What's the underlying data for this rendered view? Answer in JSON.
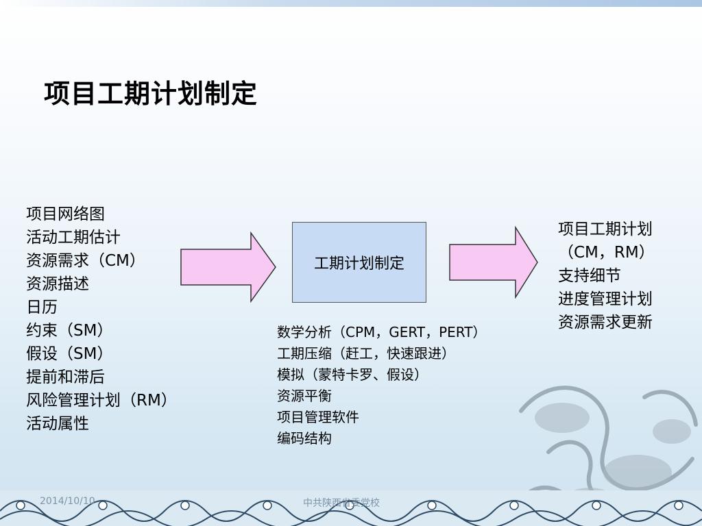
{
  "slide": {
    "title": "项目工期计划制定"
  },
  "inputs": [
    "项目网络图",
    "活动工期估计",
    "资源需求（CM）",
    "资源描述",
    "日历",
    "约束（SM）",
    "假设（SM）",
    "提前和滞后",
    "风险管理计划（RM）",
    "活动属性"
  ],
  "process": {
    "label": "工期计划制定"
  },
  "tools": [
    "数学分析（CPM，GERT，PERT）",
    "工期压缩（赶工，快速跟进）",
    "模拟（蒙特卡罗、假设）",
    "资源平衡",
    "项目管理软件",
    "编码结构"
  ],
  "outputs": [
    "项目工期计划",
    "（CM，RM）",
    "支持细节",
    "进度管理计划",
    "资源需求更新"
  ],
  "footer": {
    "date": "2014/10/10",
    "center": "中共陕西省委党校"
  },
  "colors": {
    "arrow_fill": "#f8c9f2",
    "box_fill": "#c7dbf5"
  }
}
